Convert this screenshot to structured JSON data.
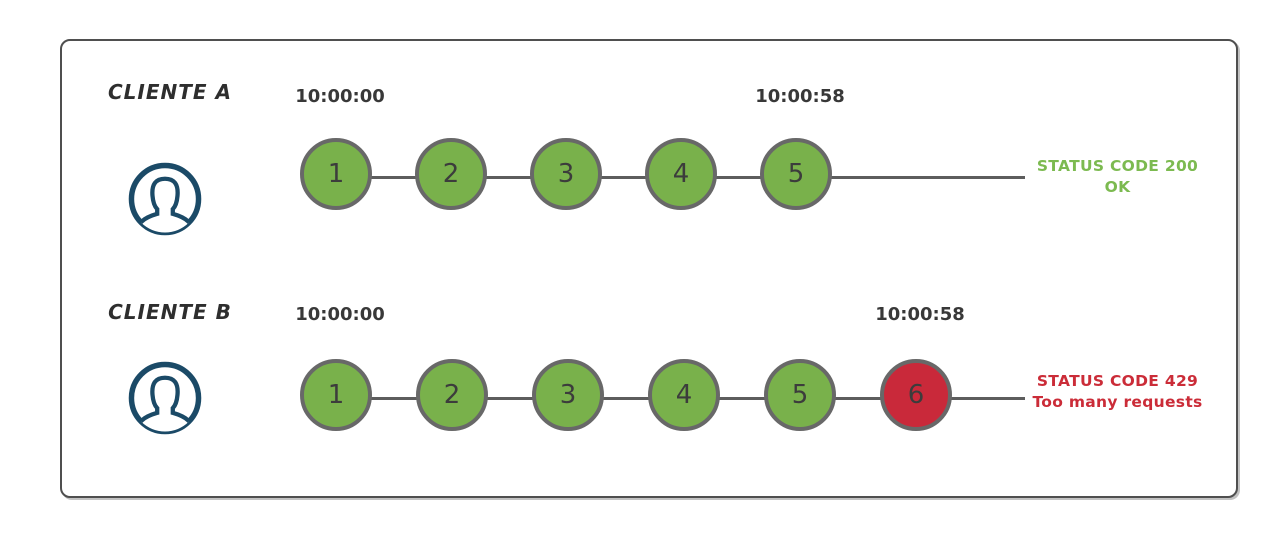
{
  "colors": {
    "request_ok_fill": "#79b14b",
    "request_limited_fill": "#c9293a",
    "circle_ring": "#686868",
    "connector_line": "#5d5d5d",
    "frame_border": "#4f4f4f",
    "avatar": "#1b4a67",
    "status_ok_text": "#7cba50",
    "status_error_text": "#cb2c38",
    "timestamp_text": "#383838",
    "label_text": "#2e2e2e",
    "number_text": "#3c3c3c"
  },
  "rows": [
    {
      "id": "cliente-a",
      "client_label": "CLIENTE A",
      "avatar_icon": "user-avatar-icon",
      "start_time": "10:00:00",
      "end_time": "10:00:58",
      "requests": [
        {
          "label": "1",
          "status": "ok"
        },
        {
          "label": "2",
          "status": "ok"
        },
        {
          "label": "3",
          "status": "ok"
        },
        {
          "label": "4",
          "status": "ok"
        },
        {
          "label": "5",
          "status": "ok"
        }
      ],
      "status": {
        "line1": "STATUS CODE 200",
        "line2": "OK"
      }
    },
    {
      "id": "cliente-b",
      "client_label": "CLIENTE B",
      "avatar_icon": "user-avatar-icon",
      "start_time": "10:00:00",
      "end_time": "10:00:58",
      "requests": [
        {
          "label": "1",
          "status": "ok"
        },
        {
          "label": "2",
          "status": "ok"
        },
        {
          "label": "3",
          "status": "ok"
        },
        {
          "label": "4",
          "status": "ok"
        },
        {
          "label": "5",
          "status": "ok"
        },
        {
          "label": "6",
          "status": "rate_limited"
        }
      ],
      "status": {
        "line1": "STATUS CODE 429",
        "line2": "Too many requests"
      }
    }
  ]
}
